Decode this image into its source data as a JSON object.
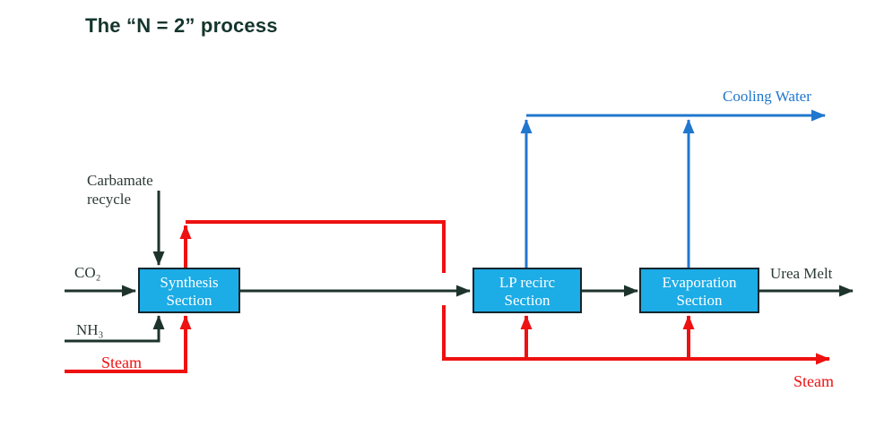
{
  "title": "The “N = 2” process",
  "diagram": {
    "boxes": [
      {
        "id": "synthesis",
        "line1": "Synthesis",
        "line2": "Section"
      },
      {
        "id": "lp_recirc",
        "line1": "LP recirc",
        "line2": "Section"
      },
      {
        "id": "evaporation",
        "line1": "Evaporation",
        "line2": "Section"
      }
    ],
    "streams": {
      "carbamate_line1": "Carbamate",
      "carbamate_line2": "recycle",
      "co2": "CO₂",
      "nh3": "NH₃",
      "steam_left": "Steam",
      "steam_right": "Steam",
      "cooling_water": "Cooling Water",
      "urea_melt": "Urea Melt"
    }
  },
  "colors": {
    "background": "#ffffff",
    "title_text": "#14352c",
    "process_line_black": "#1d332c",
    "steam_red": "#ee1111",
    "cooling_water_blue": "#2077ce",
    "box_fill_cyan": "#1cace6",
    "box_border": "#15262e",
    "box_text": "#ffffff",
    "label_text": "#2b3a33"
  }
}
